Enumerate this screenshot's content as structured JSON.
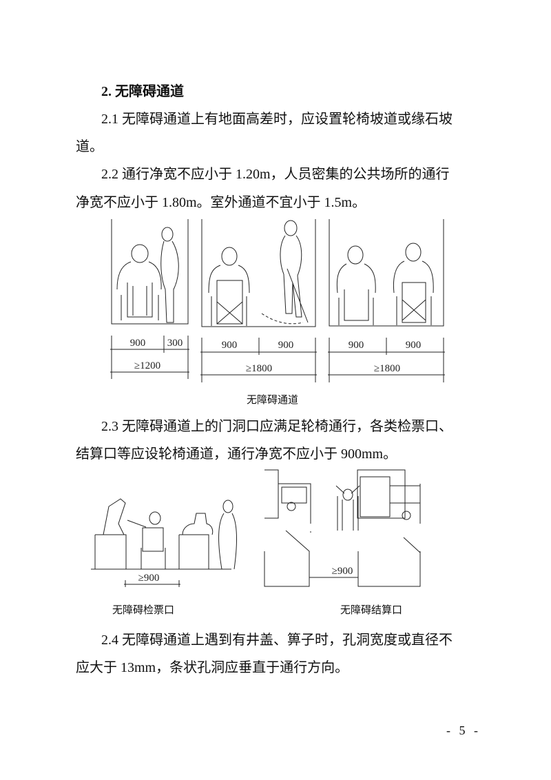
{
  "section_heading": "2.  无障碍通道",
  "paragraphs": {
    "p2_1_line1": "2.1  无障碍通道上有地面高差时，应设置轮椅坡道或缘石坡",
    "p2_1_line2": "道。",
    "p2_2_line1": "2.2  通行净宽不应小于 1.20m，人员密集的公共场所的通行",
    "p2_2_line2": "净宽不应小于 1.80m。室外通道不宜小于 1.5m。",
    "p2_3_line1": "2.3  无障碍通道上的门洞口应满足轮椅通行，各类检票口、",
    "p2_3_line2": "结算口等应设轮椅通道，通行净宽不应小于 900mm。",
    "p2_4_line1": "2.4  无障碍通道上遇到有井盖、箅子时，孔洞宽度或直径不",
    "p2_4_line2": "应大于 13mm，条状孔洞应垂直于通行方向。"
  },
  "figure1": {
    "caption": "无障碍通道",
    "panel1": {
      "dim_a": "900",
      "dim_b": "300",
      "total": "≥1200"
    },
    "panel2": {
      "dim_a": "900",
      "dim_b": "900",
      "total": "≥1800"
    },
    "panel3": {
      "dim_a": "900",
      "dim_b": "900",
      "total": "≥1800"
    }
  },
  "figure2": {
    "left_caption": "无障碍检票口",
    "left_dim": "≥900",
    "right_caption": "无障碍结算口",
    "right_dim": "≥900"
  },
  "page_number": "- 5 -"
}
